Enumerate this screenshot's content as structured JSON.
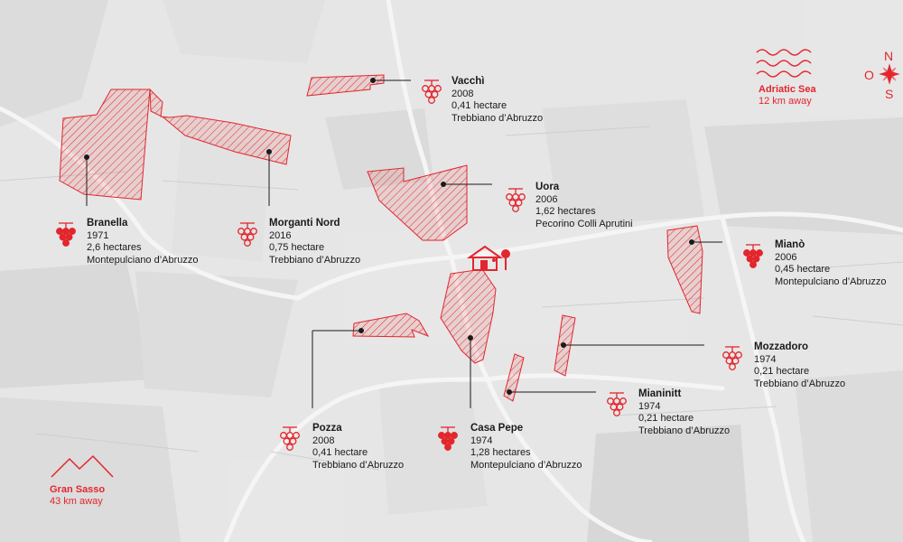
{
  "colors": {
    "accent": "#e3262d",
    "background": "#e6e6e6",
    "text": "#1a1a1a"
  },
  "vineyards": [
    {
      "id": "vacchi",
      "name": "Vacchì",
      "year": "2008",
      "area": "0,41 hectare",
      "variety": "Trebbiano d’Abruzzo",
      "grape": "outline"
    },
    {
      "id": "branella",
      "name": "Branella",
      "year": "1971",
      "area": "2,6 hectares",
      "variety": "Montepulciano d’Abruzzo",
      "grape": "filled"
    },
    {
      "id": "morganti-nord",
      "name": "Morganti Nord",
      "year": "2016",
      "area": "0,75 hectare",
      "variety": "Trebbiano d’Abruzzo",
      "grape": "outline"
    },
    {
      "id": "uora",
      "name": "Uora",
      "year": "2006",
      "area": "1,62 hectares",
      "variety": "Pecorino Colli Aprutini",
      "grape": "outline"
    },
    {
      "id": "miano",
      "name": "Mianò",
      "year": "2006",
      "area": "0,45 hectare",
      "variety": "Montepulciano d’Abruzzo",
      "grape": "filled"
    },
    {
      "id": "mozzadoro",
      "name": "Mozzadoro",
      "year": "1974",
      "area": "0,21 hectare",
      "variety": "Trebbiano d’Abruzzo",
      "grape": "outline"
    },
    {
      "id": "mianinitt",
      "name": "Mianinitt",
      "year": "1974",
      "area": "0,21 hectare",
      "variety": "Trebbiano d’Abruzzo",
      "grape": "outline"
    },
    {
      "id": "pozza",
      "name": "Pozza",
      "year": "2008",
      "area": "0,41 hectare",
      "variety": "Trebbiano d’Abruzzo",
      "grape": "outline"
    },
    {
      "id": "casa-pepe",
      "name": "Casa Pepe",
      "year": "1974",
      "area": "1,28 hectares",
      "variety": "Montepulciano d’Abruzzo",
      "grape": "filled"
    }
  ],
  "landmarks": {
    "sea": {
      "name": "Adriatic Sea",
      "distance": "12 km away",
      "icon": "waves-icon"
    },
    "mountain": {
      "name": "Gran Sasso",
      "distance": "43 km away",
      "icon": "mountain-icon"
    },
    "winery": {
      "icon": "house-tree-icon"
    }
  },
  "compass": {
    "north": "N",
    "south": "S",
    "west": "O"
  }
}
